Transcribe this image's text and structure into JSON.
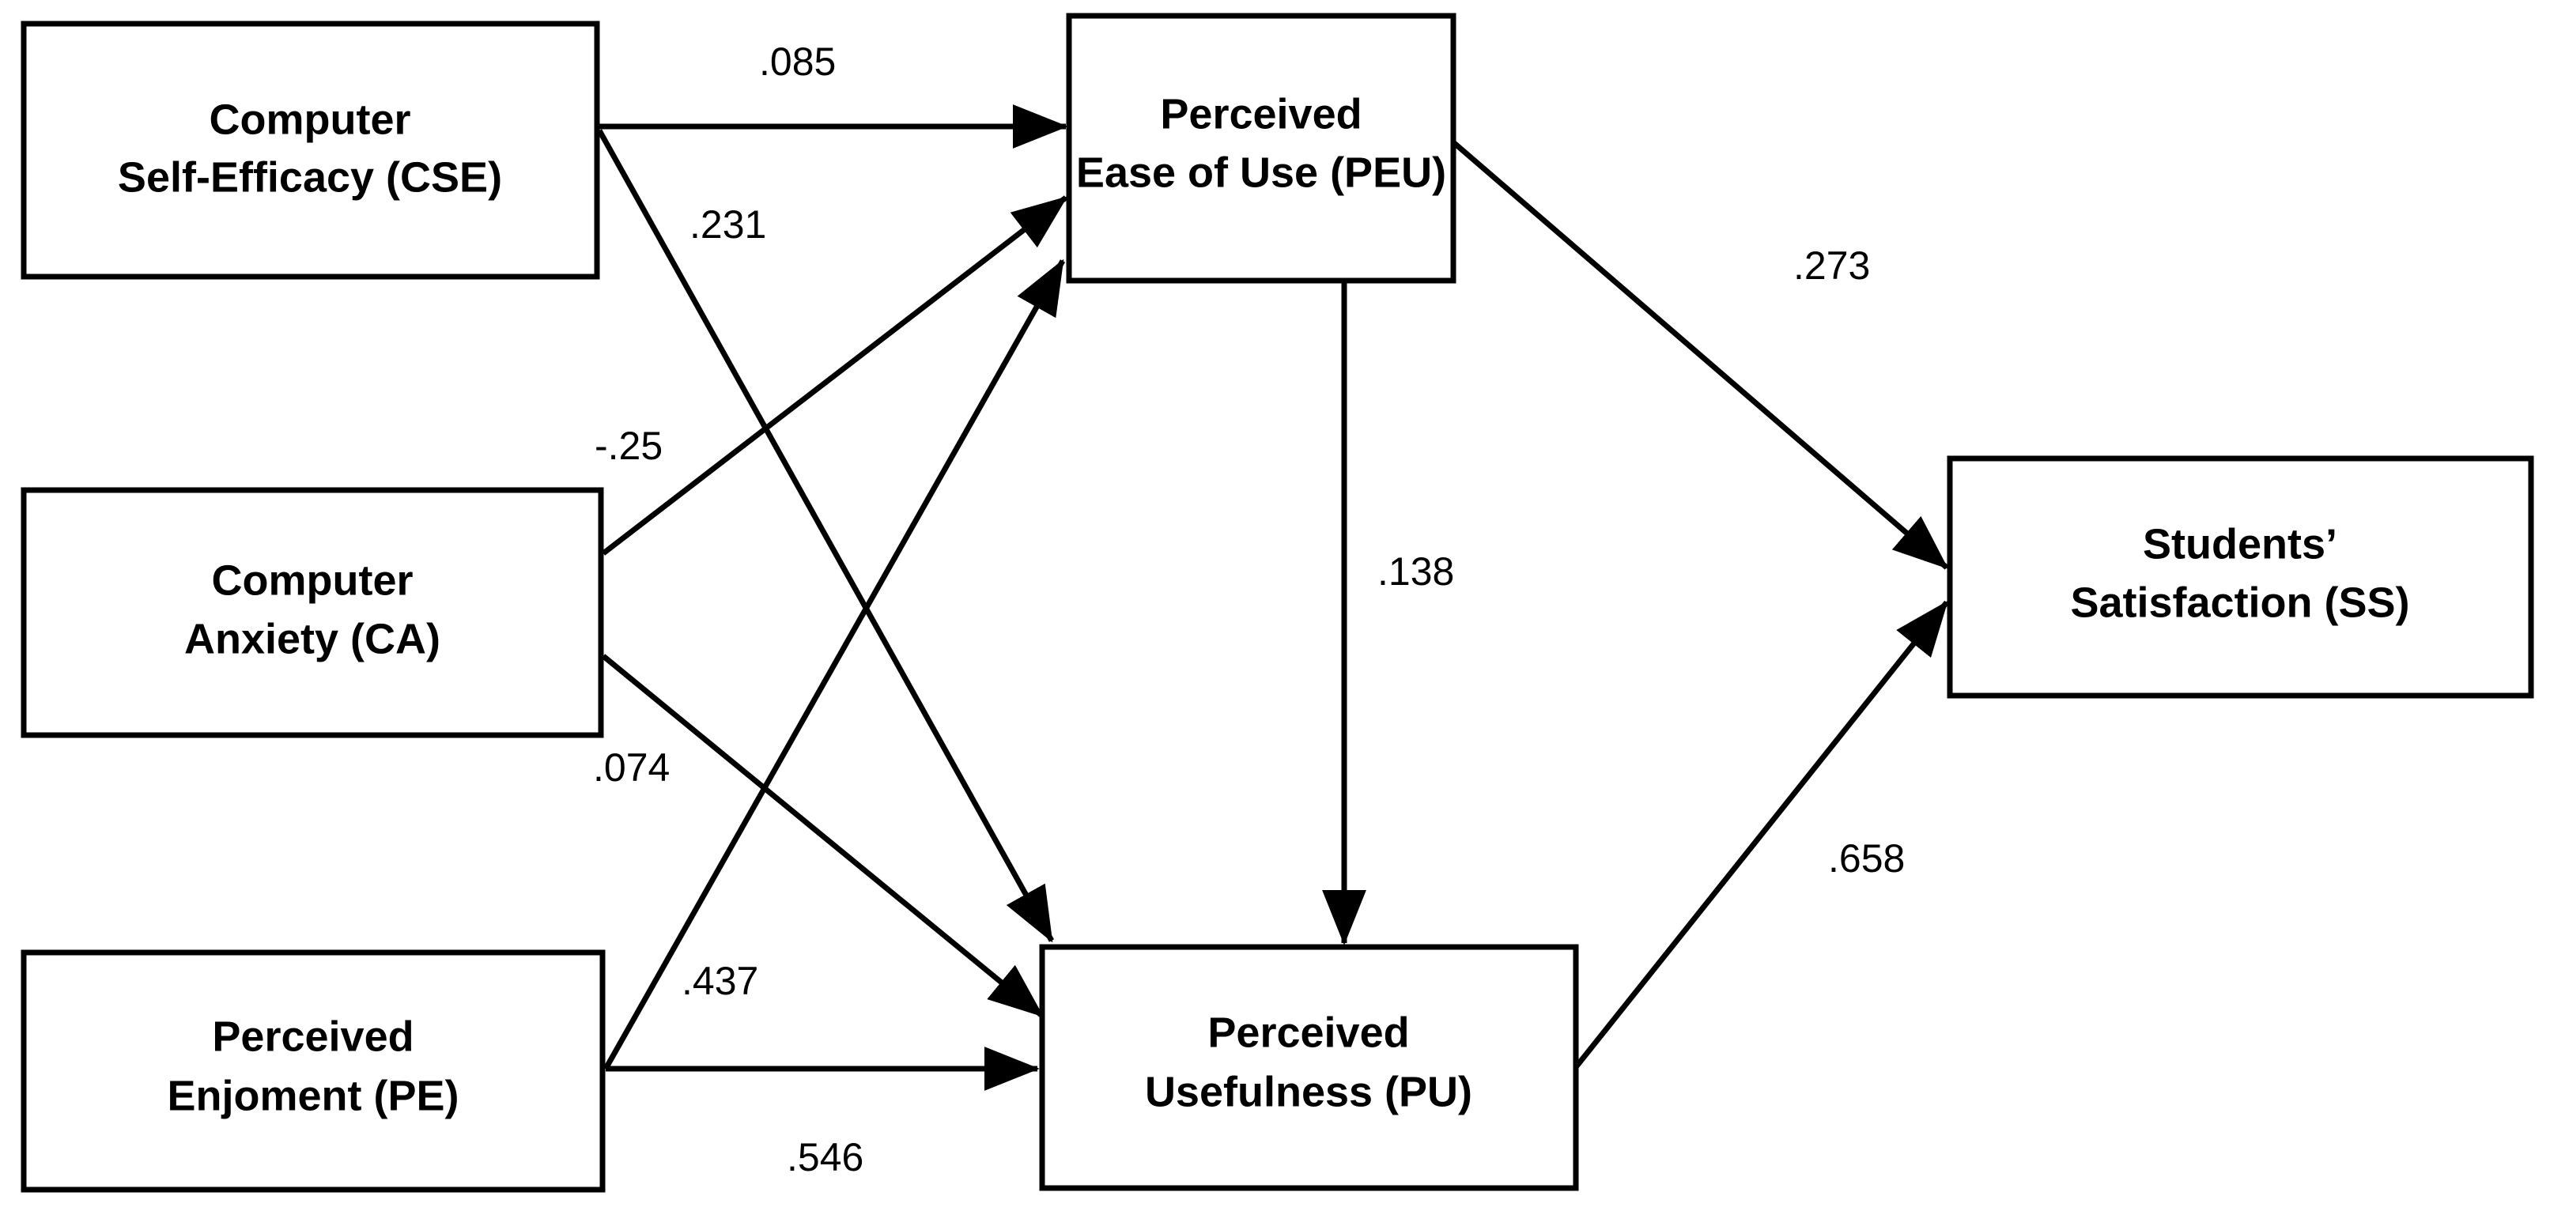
{
  "diagram": {
    "type": "structural-equation-model-path-diagram",
    "background_color": "#ffffff",
    "line_color": "#000000",
    "text_color": "#000000",
    "nodes": [
      {
        "id": "CSE",
        "line1": "Computer",
        "line2": "Self-Efficacy (CSE)"
      },
      {
        "id": "CA",
        "line1": "Computer",
        "line2": "Anxiety (CA)"
      },
      {
        "id": "PE",
        "line1": "Perceived",
        "line2": "Enjoment (PE)"
      },
      {
        "id": "PEU",
        "line1": "Perceived",
        "line2": "Ease of Use (PEU)"
      },
      {
        "id": "PU",
        "line1": "Perceived",
        "line2": "Usefulness (PU)"
      },
      {
        "id": "SS",
        "line1": "Students’",
        "line2": "Satisfaction (SS)"
      }
    ],
    "paths": [
      {
        "id": "cse-peu",
        "from": "CSE",
        "to": "PEU",
        "coefficient": ".085"
      },
      {
        "id": "cse-pu",
        "from": "CSE",
        "to": "PU",
        "coefficient": ".231"
      },
      {
        "id": "ca-peu",
        "from": "CA",
        "to": "PEU",
        "coefficient": "-.25"
      },
      {
        "id": "ca-pu",
        "from": "CA",
        "to": "PU",
        "coefficient": ".074"
      },
      {
        "id": "pe-peu",
        "from": "PE",
        "to": "PEU",
        "coefficient": ".437"
      },
      {
        "id": "pe-pu",
        "from": "PE",
        "to": "PU",
        "coefficient": ".546"
      },
      {
        "id": "peu-pu",
        "from": "PEU",
        "to": "PU",
        "coefficient": ".138"
      },
      {
        "id": "peu-ss",
        "from": "PEU",
        "to": "SS",
        "coefficient": ".273"
      },
      {
        "id": "pu-ss",
        "from": "PU",
        "to": "SS",
        "coefficient": ".658"
      }
    ]
  },
  "chart_data": {
    "type": "diagram",
    "title": "",
    "nodes": [
      "Computer Self-Efficacy (CSE)",
      "Computer Anxiety (CA)",
      "Perceived Enjoment (PE)",
      "Perceived Ease of Use (PEU)",
      "Perceived Usefulness (PU)",
      "Students’ Satisfaction (SS)"
    ],
    "edges": [
      {
        "source": "CSE",
        "target": "PEU",
        "value": 0.085,
        "label": ".085"
      },
      {
        "source": "CSE",
        "target": "PU",
        "value": 0.231,
        "label": ".231"
      },
      {
        "source": "CA",
        "target": "PEU",
        "value": -0.25,
        "label": "-.25"
      },
      {
        "source": "CA",
        "target": "PU",
        "value": 0.074,
        "label": ".074"
      },
      {
        "source": "PE",
        "target": "PEU",
        "value": 0.437,
        "label": ".437"
      },
      {
        "source": "PE",
        "target": "PU",
        "value": 0.546,
        "label": ".546"
      },
      {
        "source": "PEU",
        "target": "PU",
        "value": 0.138,
        "label": ".138"
      },
      {
        "source": "PEU",
        "target": "SS",
        "value": 0.273,
        "label": ".273"
      },
      {
        "source": "PU",
        "target": "SS",
        "value": 0.658,
        "label": ".658"
      }
    ]
  }
}
